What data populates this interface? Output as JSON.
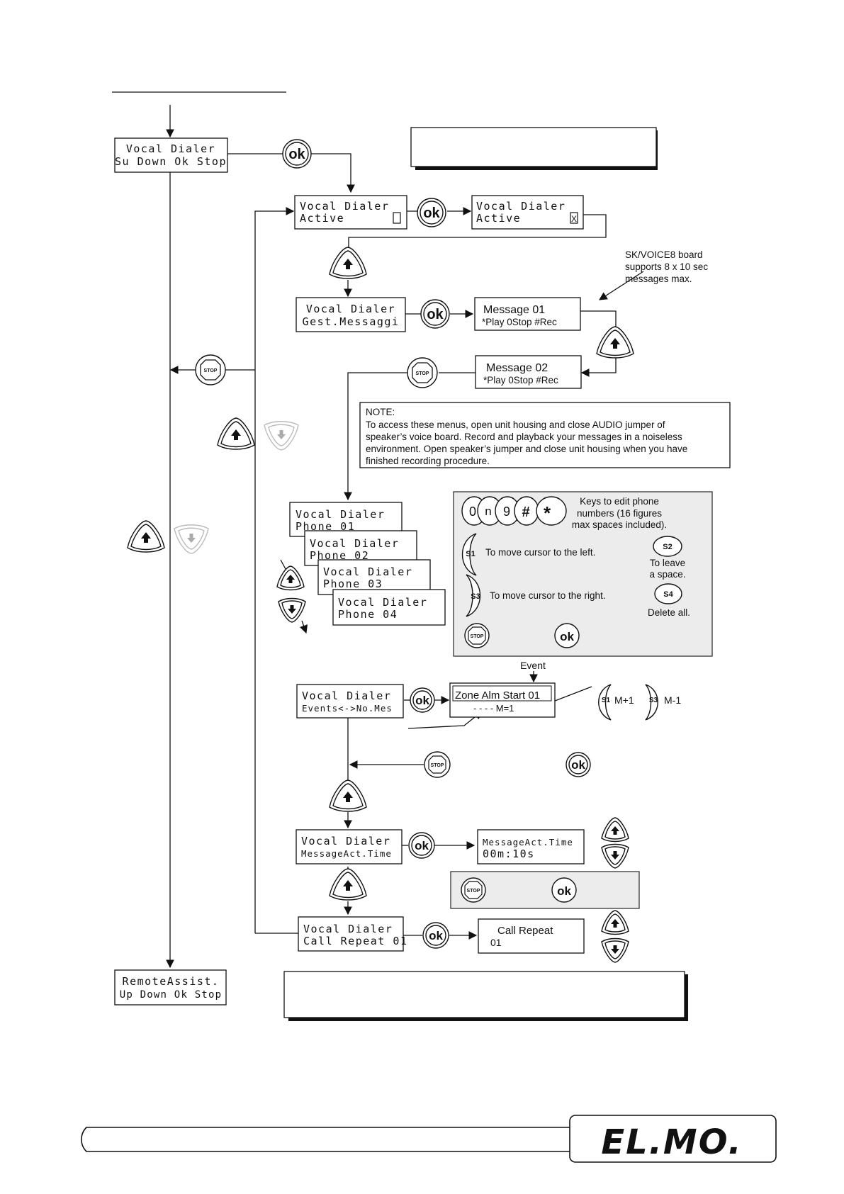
{
  "boxes": {
    "top": [
      "Vocal Dialer",
      "Su Down Ok Stop"
    ],
    "active_off": [
      "Vocal Dialer",
      "Active"
    ],
    "active_on": [
      "Vocal Dialer",
      "Active"
    ],
    "active_checkbox_mark": "X",
    "gest": [
      "Vocal Dialer",
      "Gest.Messaggi"
    ],
    "msg1": [
      "Message        01",
      "*Play   0Stop  #Rec"
    ],
    "msg2": [
      "Message       02",
      "*Play   0Stop  #Rec"
    ],
    "phone1": [
      "Vocal Dialer",
      "Phone       01"
    ],
    "phone2": [
      "Vocal Dialer",
      "Phone       02"
    ],
    "phone3": [
      "Vocal Dialer",
      "Phone       03"
    ],
    "phone4": [
      "Vocal Dialer",
      "Phone       04"
    ],
    "events": [
      "Vocal Dialer",
      "Events<->No.Mes"
    ],
    "zone": [
      "Zone Alm Start  01",
      "- - - -    M=1"
    ],
    "msgact": [
      "Vocal Dialer",
      "MessageAct.Time"
    ],
    "msgact_val": [
      "MessageAct.Time",
      "00m:10s"
    ],
    "callrep": [
      "Vocal Dialer",
      "Call Repeat 01"
    ],
    "callrep_val": [
      "Call  Repeat",
      "01"
    ],
    "remote": [
      "RemoteAssist.",
      "Up Down  Ok Stop"
    ]
  },
  "notes": {
    "sk_voice": [
      "SK/VOICE8  board",
      "supports 8 x 10 sec",
      "messages max."
    ],
    "note_title": "NOTE:",
    "note_lines": [
      "To access these menus, open unit housing and close AUDIO jumper of",
      "speaker’s voice board. Record and playback your messages in a noiseless",
      "environment. Open speaker’s jumper and close unit housing when you have",
      "finished recording procedure."
    ],
    "event_label": "Event",
    "m_plus": "M+1",
    "m_minus": "M-1"
  },
  "keys_panel": {
    "keys": [
      "0",
      "n",
      "9",
      "#",
      "*"
    ],
    "keys_desc": [
      "Keys to edit phone",
      "numbers (16 figures",
      "max spaces included)."
    ],
    "s1": "S1",
    "s1_desc": "To move cursor to the left.",
    "s2": "S2",
    "s2_desc": [
      "To leave",
      "a space."
    ],
    "s3": "S3",
    "s3_desc": "To move cursor to the right.",
    "s4": "S4",
    "s4_desc": "Delete all."
  },
  "buttons": {
    "ok": "ok",
    "stop": "STOP"
  },
  "logo": "EL.MO."
}
